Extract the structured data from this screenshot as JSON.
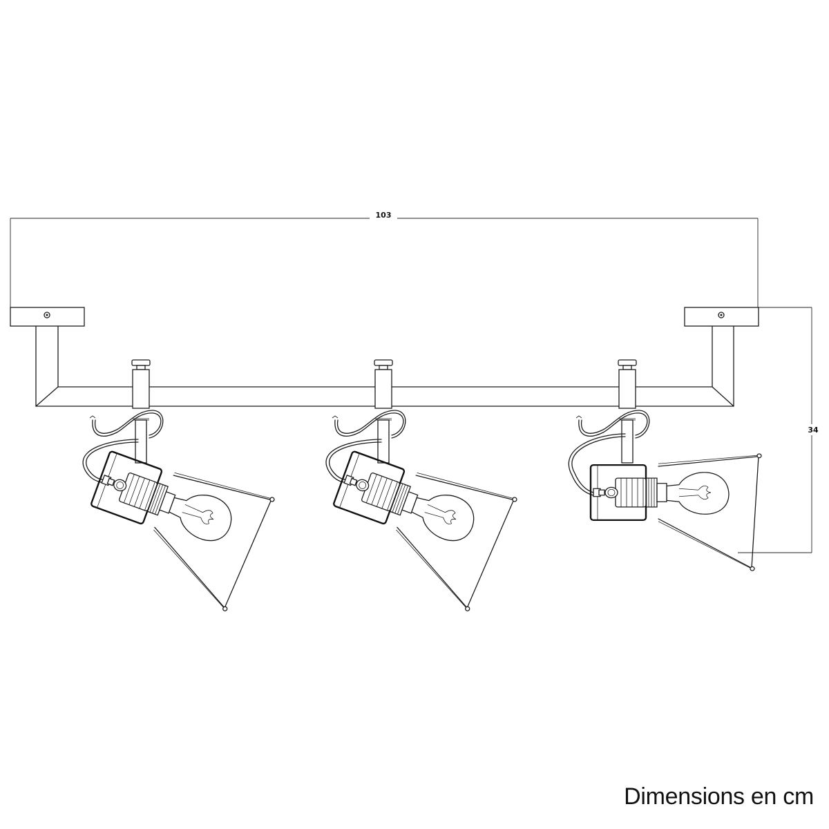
{
  "dimensions": {
    "width_label": "103",
    "height_label": "34"
  },
  "caption": "Dimensions en cm",
  "spotlights": [
    {
      "name": "spotlight-left",
      "tilt_deg": 20
    },
    {
      "name": "spotlight-center",
      "tilt_deg": 20
    },
    {
      "name": "spotlight-right",
      "tilt_deg": 0
    }
  ]
}
